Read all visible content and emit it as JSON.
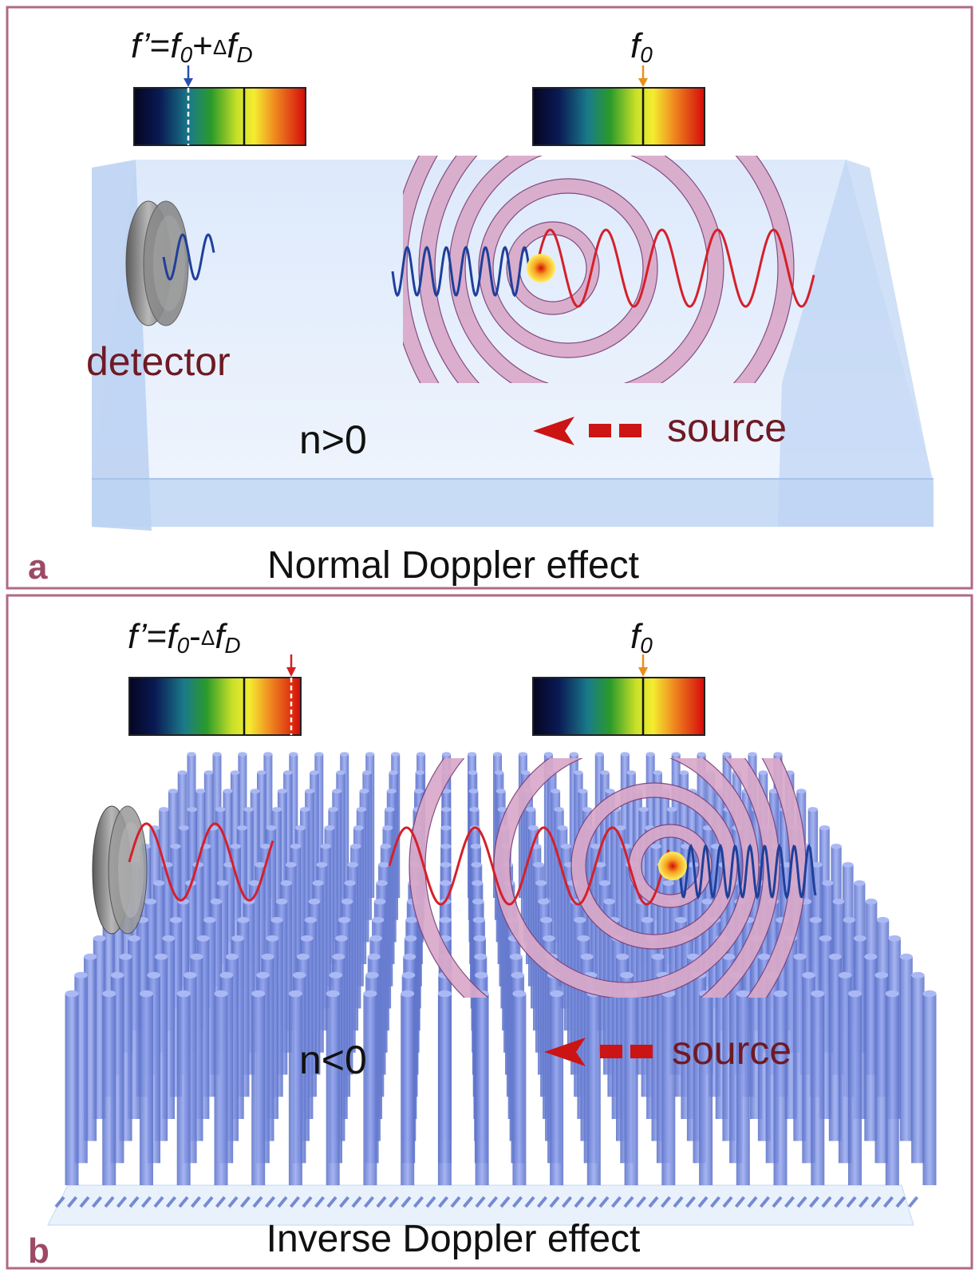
{
  "colors": {
    "frame": "#b06a86",
    "panel_letter": "#9c4a66",
    "label_dark_red": "#6e1a24",
    "wave_red": "#d4202a",
    "wave_blue": "#1f3f9a",
    "ring_fill": "#d9a9c9",
    "ring_stroke": "#7a3f78",
    "arrow_red": "#cc1414",
    "pillar_blue": "#7b8fdc",
    "slab_blue": "#cfe0f7",
    "marker_blue": "#2a4fb0",
    "marker_orange": "#e8901a",
    "marker_red": "#d42020"
  },
  "icons": [
    "detector-disk-icon",
    "source-dot-icon",
    "arrow-left-icon",
    "frequency-marker-arrow-icon"
  ],
  "panel_a": {
    "letter": "a",
    "caption": "Normal Doppler effect",
    "detector_freq": {
      "f": "f’",
      "eq": "=",
      "f0": "f",
      "f0_sub": "0",
      "op": "+",
      "delta": "Δ",
      "fD": "f",
      "fD_sub": "D"
    },
    "source_freq": {
      "f": "f",
      "sub": "0"
    },
    "detector_label": "detector",
    "medium_label": "n>0",
    "source_label": "source",
    "detector_marker_color": "blue",
    "detector_marker_position": "below f0 (toward blue)",
    "detector_wave_color": "blue"
  },
  "panel_b": {
    "letter": "b",
    "caption": "Inverse Doppler effect",
    "detector_freq": {
      "f": "f’",
      "eq": "=",
      "f0": "f",
      "f0_sub": "0",
      "op": "-",
      "delta": "Δ",
      "fD": "f",
      "fD_sub": "D"
    },
    "source_freq": {
      "f": "f",
      "sub": "0"
    },
    "medium_label": "n<0",
    "source_label": "source",
    "detector_marker_color": "red",
    "detector_marker_position": "above f0 (toward red)",
    "detector_wave_color": "red"
  }
}
